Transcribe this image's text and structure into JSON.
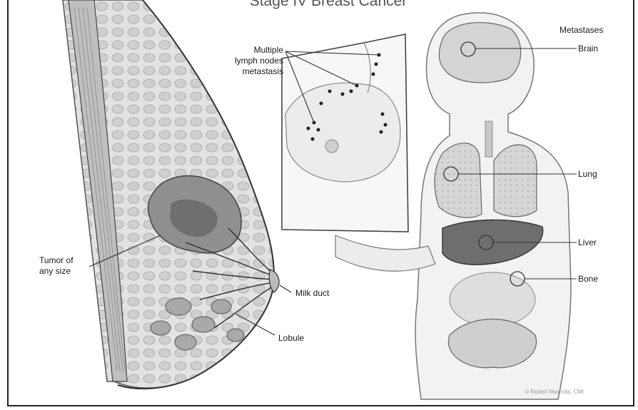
{
  "title": "Stage IV Breast Cancer",
  "labels": {
    "lymph": [
      "Multiple",
      "lymph nodes",
      "metastasis"
    ],
    "metastases": "Metastases",
    "brain": "Brain",
    "lung": "Lung",
    "liver": "Liver",
    "bone": "Bone",
    "tumor": [
      "Tumor of",
      "any size"
    ],
    "milk_duct": "Milk duct",
    "lobule": "Lobule"
  },
  "credit": "© Robert Marnola, CMI",
  "colors": {
    "frame": "#222222",
    "line": "#333333",
    "tissue": "#d9d9d9",
    "tumor": "#8f8f8f"
  }
}
